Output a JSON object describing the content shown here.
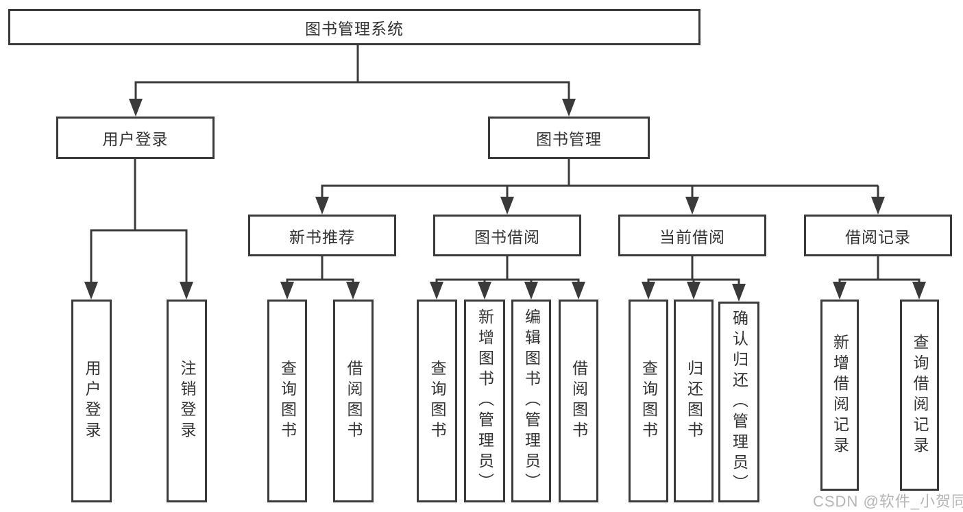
{
  "diagram": {
    "root": {
      "label": "图书管理系统"
    },
    "branches": [
      {
        "id": "user-login",
        "label": "用户登录"
      },
      {
        "id": "book-management",
        "label": "图书管理"
      }
    ],
    "modules": [
      {
        "id": "new-book-recommend",
        "label": "新书推荐"
      },
      {
        "id": "book-borrow",
        "label": "图书借阅"
      },
      {
        "id": "current-borrow",
        "label": "当前借阅"
      },
      {
        "id": "borrow-records",
        "label": "借阅记录"
      }
    ],
    "leaves": [
      {
        "parent": "用户登录",
        "label": "用户登录"
      },
      {
        "parent": "用户登录",
        "label": "注销登录"
      },
      {
        "parent": "新书推荐",
        "label": "查询图书"
      },
      {
        "parent": "新书推荐",
        "label": "借阅图书"
      },
      {
        "parent": "图书借阅",
        "label": "查询图书"
      },
      {
        "parent": "图书借阅",
        "label": "新增图书（管理员）"
      },
      {
        "parent": "图书借阅",
        "label": "编辑图书（管理员）"
      },
      {
        "parent": "图书借阅",
        "label": "借阅图书"
      },
      {
        "parent": "当前借阅",
        "label": "查询图书"
      },
      {
        "parent": "当前借阅",
        "label": "归还图书"
      },
      {
        "parent": "当前借阅",
        "label": "确认归还（管理员）"
      },
      {
        "parent": "借阅记录",
        "label": "新增借阅记录"
      },
      {
        "parent": "借阅记录",
        "label": "查询借阅记录"
      }
    ],
    "watermark": "CSDN @软件_小贺同学",
    "colors": {
      "line": "#3a3a3a",
      "text": "#333333",
      "watermark": "#b5b5b5",
      "background": "#ffffff"
    }
  }
}
